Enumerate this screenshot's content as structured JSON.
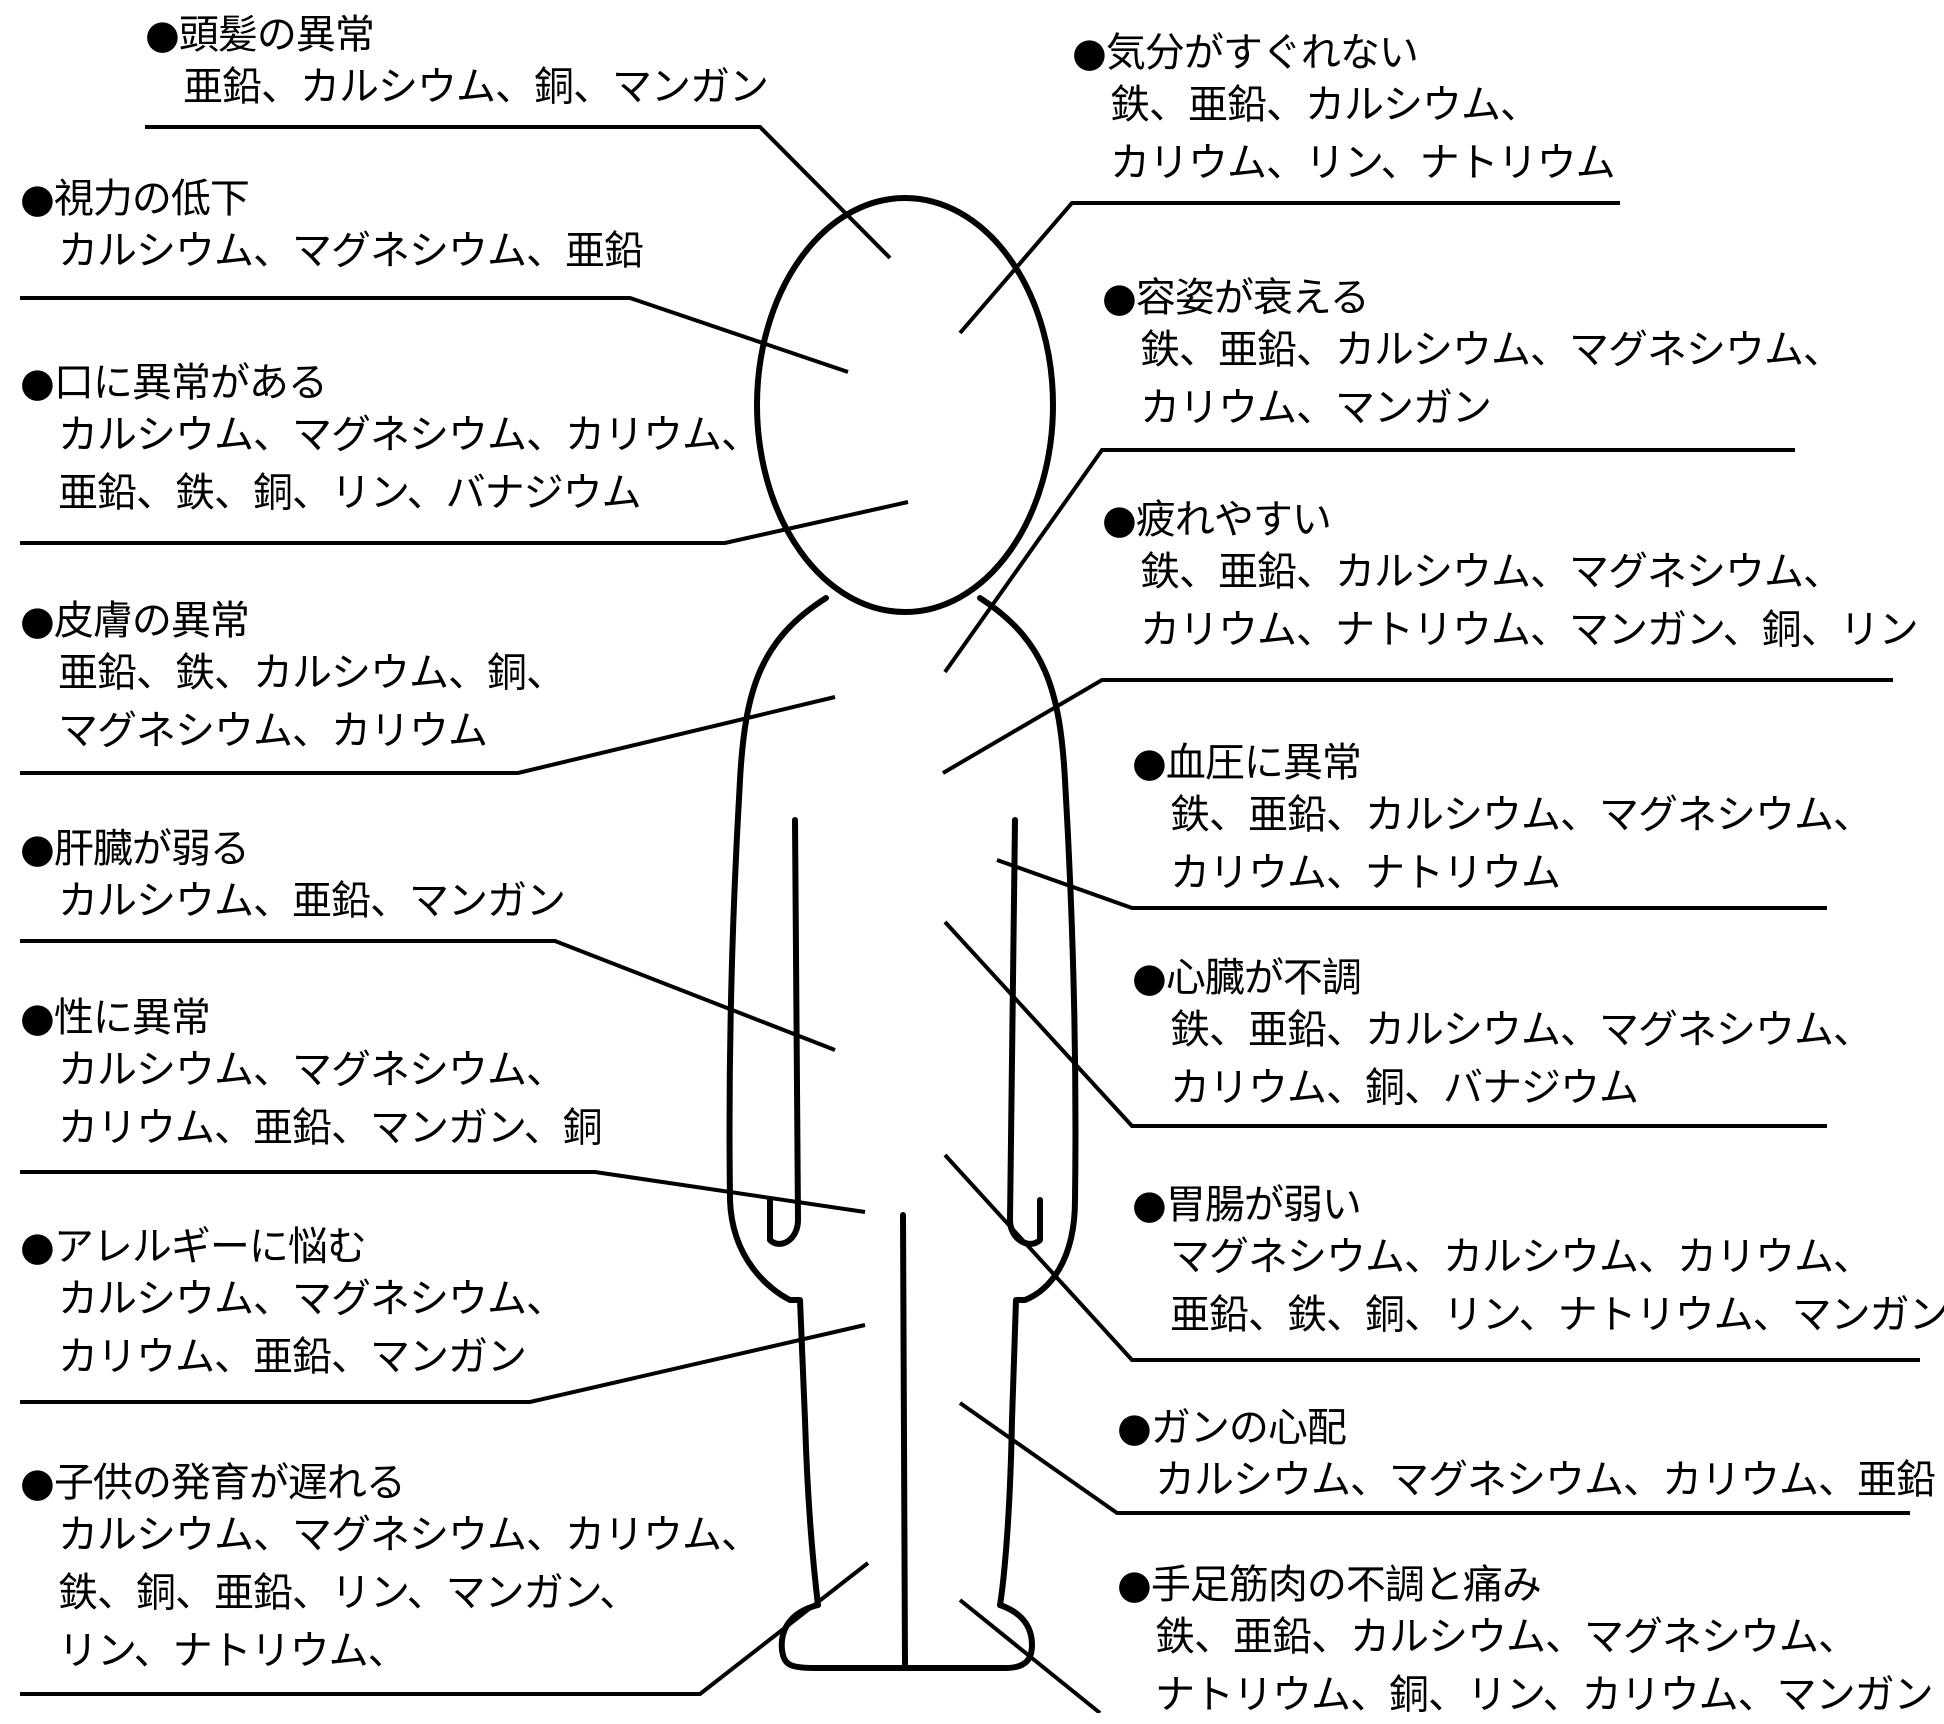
{
  "left": [
    {
      "title": "頭髪の異常",
      "lines": [
        "亜鉛、カルシウム、銅、マンガン"
      ]
    },
    {
      "title": "視力の低下",
      "lines": [
        "カルシウム、マグネシウム、亜鉛"
      ]
    },
    {
      "title": "口に異常がある",
      "lines": [
        "カルシウム、マグネシウム、カリウム、",
        "亜鉛、鉄、銅、リン、バナジウム"
      ]
    },
    {
      "title": "皮膚の異常",
      "lines": [
        "亜鉛、鉄、カルシウム、銅、",
        "マグネシウム、カリウム"
      ]
    },
    {
      "title": "肝臓が弱る",
      "lines": [
        "カルシウム、亜鉛、マンガン"
      ]
    },
    {
      "title": "性に異常",
      "lines": [
        "カルシウム、マグネシウム、",
        "カリウム、亜鉛、マンガン、銅"
      ]
    },
    {
      "title": "アレルギーに悩む",
      "lines": [
        "カルシウム、マグネシウム、",
        "カリウム、亜鉛、マンガン"
      ]
    },
    {
      "title": "子供の発育が遅れる",
      "lines": [
        "カルシウム、マグネシウム、カリウム、",
        "鉄、銅、亜鉛、リン、マンガン、",
        "リン、ナトリウム、"
      ]
    }
  ],
  "right": [
    {
      "title": "気分がすぐれない",
      "lines": [
        "鉄、亜鉛、カルシウム、",
        "カリウム、リン、ナトリウム"
      ]
    },
    {
      "title": "容姿が衰える",
      "lines": [
        "鉄、亜鉛、カルシウム、マグネシウム、",
        "カリウム、マンガン"
      ]
    },
    {
      "title": "疲れやすい",
      "lines": [
        "鉄、亜鉛、カルシウム、マグネシウム、",
        "カリウム、ナトリウム、マンガン、銅、リン"
      ]
    },
    {
      "title": "血圧に異常",
      "lines": [
        "鉄、亜鉛、カルシウム、マグネシウム、",
        "カリウム、ナトリウム"
      ]
    },
    {
      "title": "心臓が不調",
      "lines": [
        "鉄、亜鉛、カルシウム、マグネシウム、",
        "カリウム、銅、バナジウム"
      ]
    },
    {
      "title": "胃腸が弱い",
      "lines": [
        "マグネシウム、カルシウム、カリウム、",
        "亜鉛、鉄、銅、リン、ナトリウム、マンガン"
      ]
    },
    {
      "title": "ガンの心配",
      "lines": [
        "カルシウム、マグネシウム、カリウム、亜鉛"
      ]
    },
    {
      "title": "手足筋肉の不調と痛み",
      "lines": [
        "鉄、亜鉛、カルシウム、マグネシウム、",
        "ナトリウム、銅、リン、カリウム、マンガン"
      ]
    }
  ]
}
